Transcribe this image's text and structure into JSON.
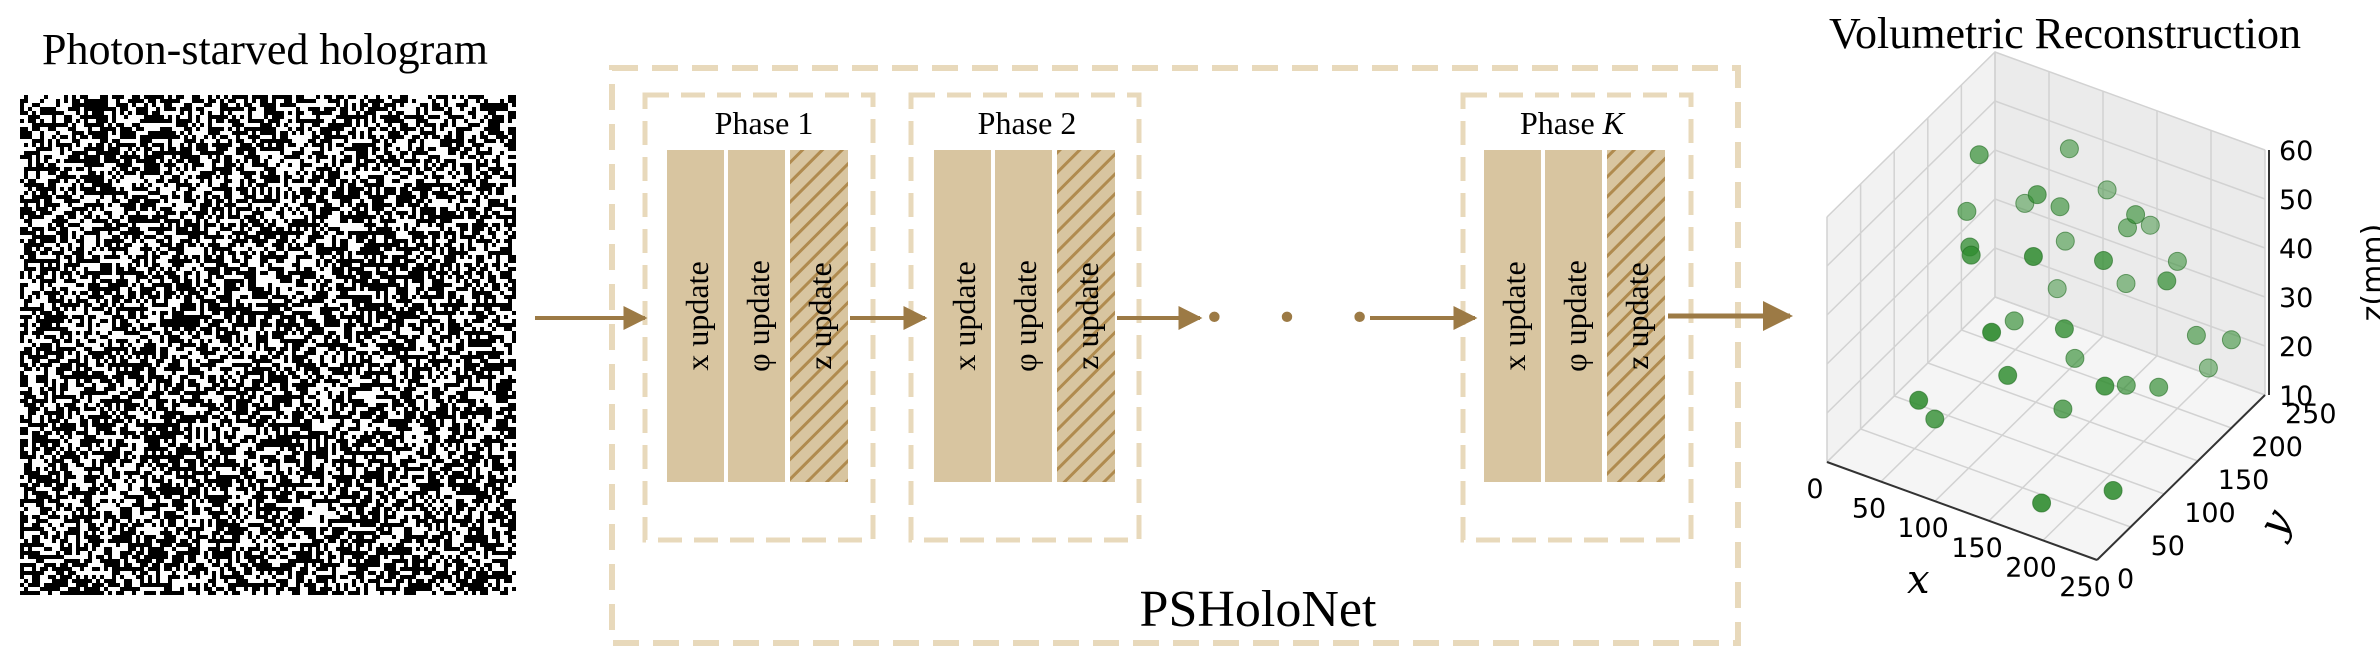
{
  "hologram": {
    "title": "Photon-starved hologram"
  },
  "network": {
    "name": "PSHoloNet",
    "phases": [
      {
        "title": "Phase 1",
        "updates": [
          "x update",
          "φ update",
          "z update"
        ]
      },
      {
        "title": "Phase 2",
        "updates": [
          "x update",
          "φ update",
          "z update"
        ]
      },
      {
        "title_prefix": "Phase",
        "title_var": "K",
        "updates": [
          "x update",
          "φ update",
          "z update"
        ]
      }
    ],
    "ellipsis": "• • •"
  },
  "reconstruction": {
    "title": "Volumetric Reconstruction",
    "chart_data": {
      "type": "scatter3d",
      "x_label": "x",
      "y_label": "y",
      "z_label": "z(mm)",
      "x_ticks": [
        "0",
        "50",
        "100",
        "150",
        "200",
        "250"
      ],
      "y_ticks": [
        "0",
        "50",
        "100",
        "150",
        "200",
        "250"
      ],
      "z_ticks": [
        "10",
        "20",
        "30",
        "40",
        "50",
        "60"
      ],
      "xlim": [
        0,
        250
      ],
      "ylim": [
        0,
        250
      ],
      "zlim": [
        10,
        60
      ],
      "grid": true,
      "point_color": "#2e8b2e",
      "points": [
        [
          30,
          160,
          42
        ],
        [
          40,
          230,
          35
        ],
        [
          60,
          40,
          22
        ],
        [
          70,
          230,
          20
        ],
        [
          80,
          150,
          25
        ],
        [
          100,
          200,
          55
        ],
        [
          110,
          170,
          48
        ],
        [
          120,
          120,
          58
        ],
        [
          130,
          60,
          30
        ],
        [
          140,
          220,
          28
        ],
        [
          150,
          110,
          18
        ],
        [
          160,
          190,
          45
        ],
        [
          170,
          80,
          40
        ],
        [
          180,
          30,
          12
        ],
        [
          190,
          140,
          22
        ],
        [
          200,
          90,
          55
        ],
        [
          210,
          230,
          15
        ],
        [
          220,
          60,
          35
        ],
        [
          230,
          180,
          30
        ],
        [
          240,
          120,
          50
        ],
        [
          60,
          130,
          60
        ],
        [
          90,
          70,
          50
        ],
        [
          130,
          160,
          20
        ],
        [
          160,
          50,
          58
        ],
        [
          200,
          200,
          40
        ],
        [
          110,
          240,
          42
        ],
        [
          50,
          80,
          12
        ],
        [
          240,
          40,
          18
        ],
        [
          180,
          170,
          52
        ],
        [
          140,
          20,
          45
        ],
        [
          90,
          210,
          34
        ],
        [
          220,
          140,
          24
        ],
        [
          70,
          100,
          46
        ],
        [
          150,
          240,
          38
        ],
        [
          250,
          200,
          28
        ]
      ]
    }
  },
  "colors": {
    "block_fill": "#d8c5a0",
    "block_hatch": "#c3a46a",
    "arrow": "#9c7a45",
    "dash": "#e8d9bb"
  }
}
